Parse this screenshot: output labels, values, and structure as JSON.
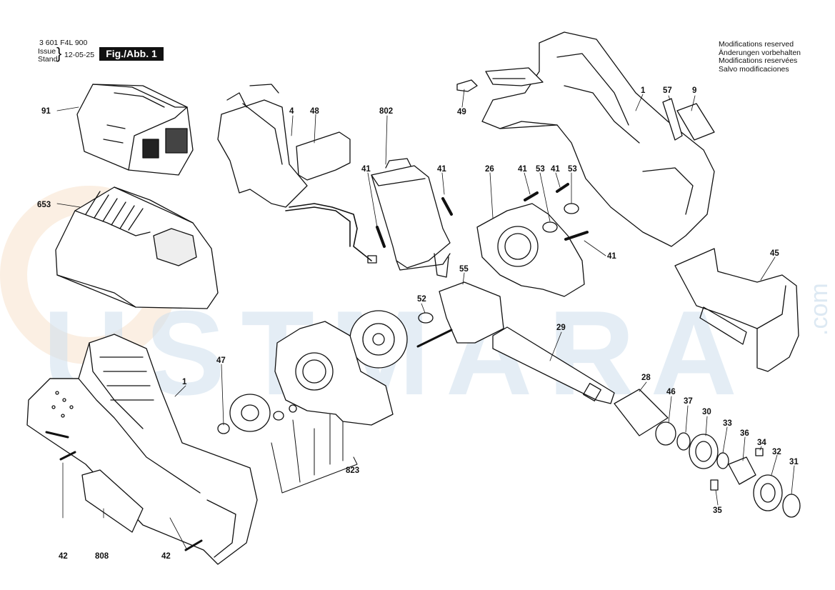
{
  "header": {
    "code": "3 601 F4L 900",
    "issue": "Issue",
    "stand": "Stand",
    "date": "12-05-25",
    "figure": "Fig./Abb. 1"
  },
  "notice": [
    "Modifications reserved",
    "Änderungen vorbehalten",
    "Modifications reservées",
    "Salvo modificaciones"
  ],
  "watermark": {
    "main": "USTMARA",
    "suffix": ".com"
  },
  "callouts": {
    "c91": "91",
    "c653": "653",
    "c1_handle": "1",
    "c47": "47",
    "c42_left": "42",
    "c808": "808",
    "c42_bottom": "42",
    "c4": "4",
    "c48": "48",
    "c802": "802",
    "c41_a": "41",
    "c41_b": "41",
    "c49": "49",
    "c26": "26",
    "c41_c": "41",
    "c53_a": "53",
    "c41_d": "41",
    "c53_b": "53",
    "c41_e": "41",
    "c1_housing": "1",
    "c57": "57",
    "c9": "9",
    "c45": "45",
    "c55": "55",
    "c52": "52",
    "c29": "29",
    "c28": "28",
    "c46": "46",
    "c37": "37",
    "c30": "30",
    "c33": "33",
    "c36": "36",
    "c34": "34",
    "c32": "32",
    "c31": "31",
    "c35": "35",
    "c823": "823"
  }
}
